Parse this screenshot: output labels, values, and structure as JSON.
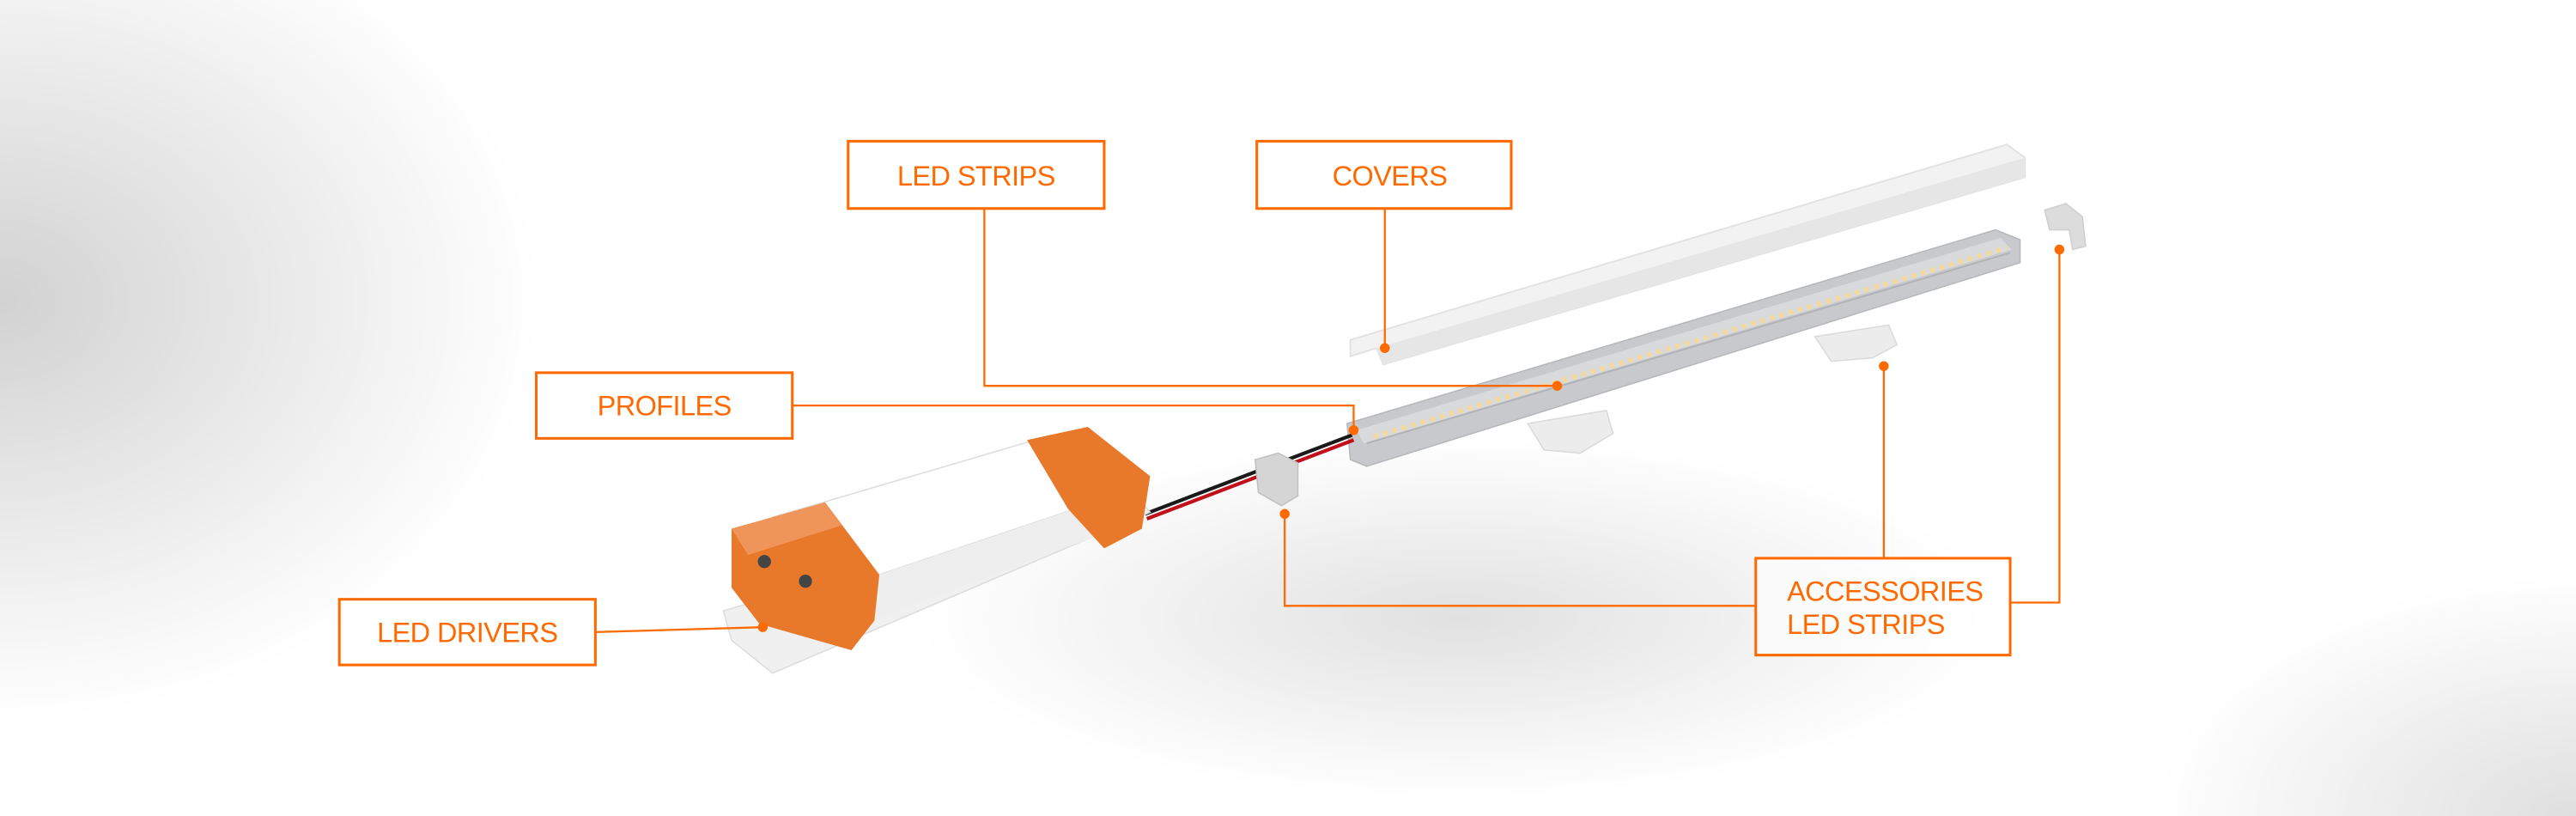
{
  "labels": {
    "led_strips": "LED STRIPS",
    "covers": "COVERS",
    "profiles": "PROFILES",
    "led_drivers": "LED DRIVERS",
    "accessories_line1": "ACCESSORIES",
    "accessories_line2": "LED STRIPS"
  },
  "colors": {
    "accent": "#ff6a00",
    "driver_cap": "#e8782a",
    "profile": "#c9cbce"
  }
}
